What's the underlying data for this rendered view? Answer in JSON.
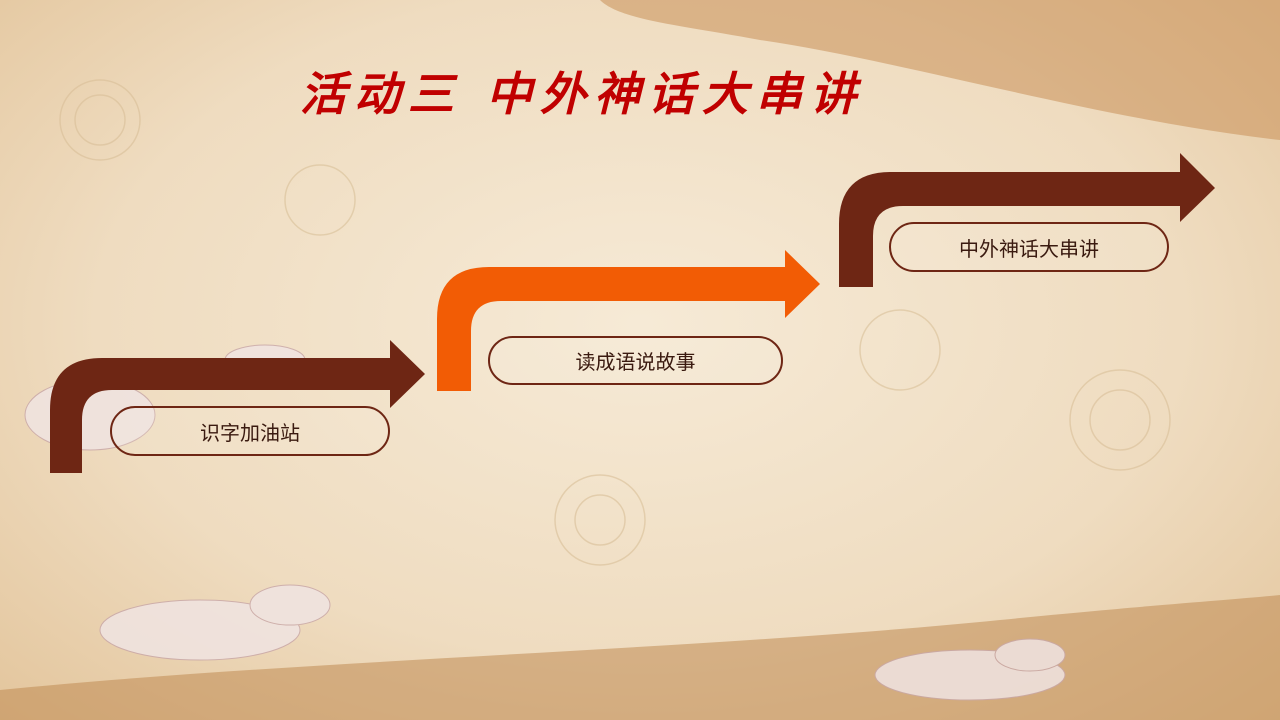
{
  "title": "活动三 中外神话大串讲",
  "steps": [
    {
      "label": "识字加油站",
      "color": "#6e2614"
    },
    {
      "label": "读成语说故事",
      "color": "#f25c05"
    },
    {
      "label": "中外神话大串讲",
      "color": "#6e2614"
    }
  ]
}
